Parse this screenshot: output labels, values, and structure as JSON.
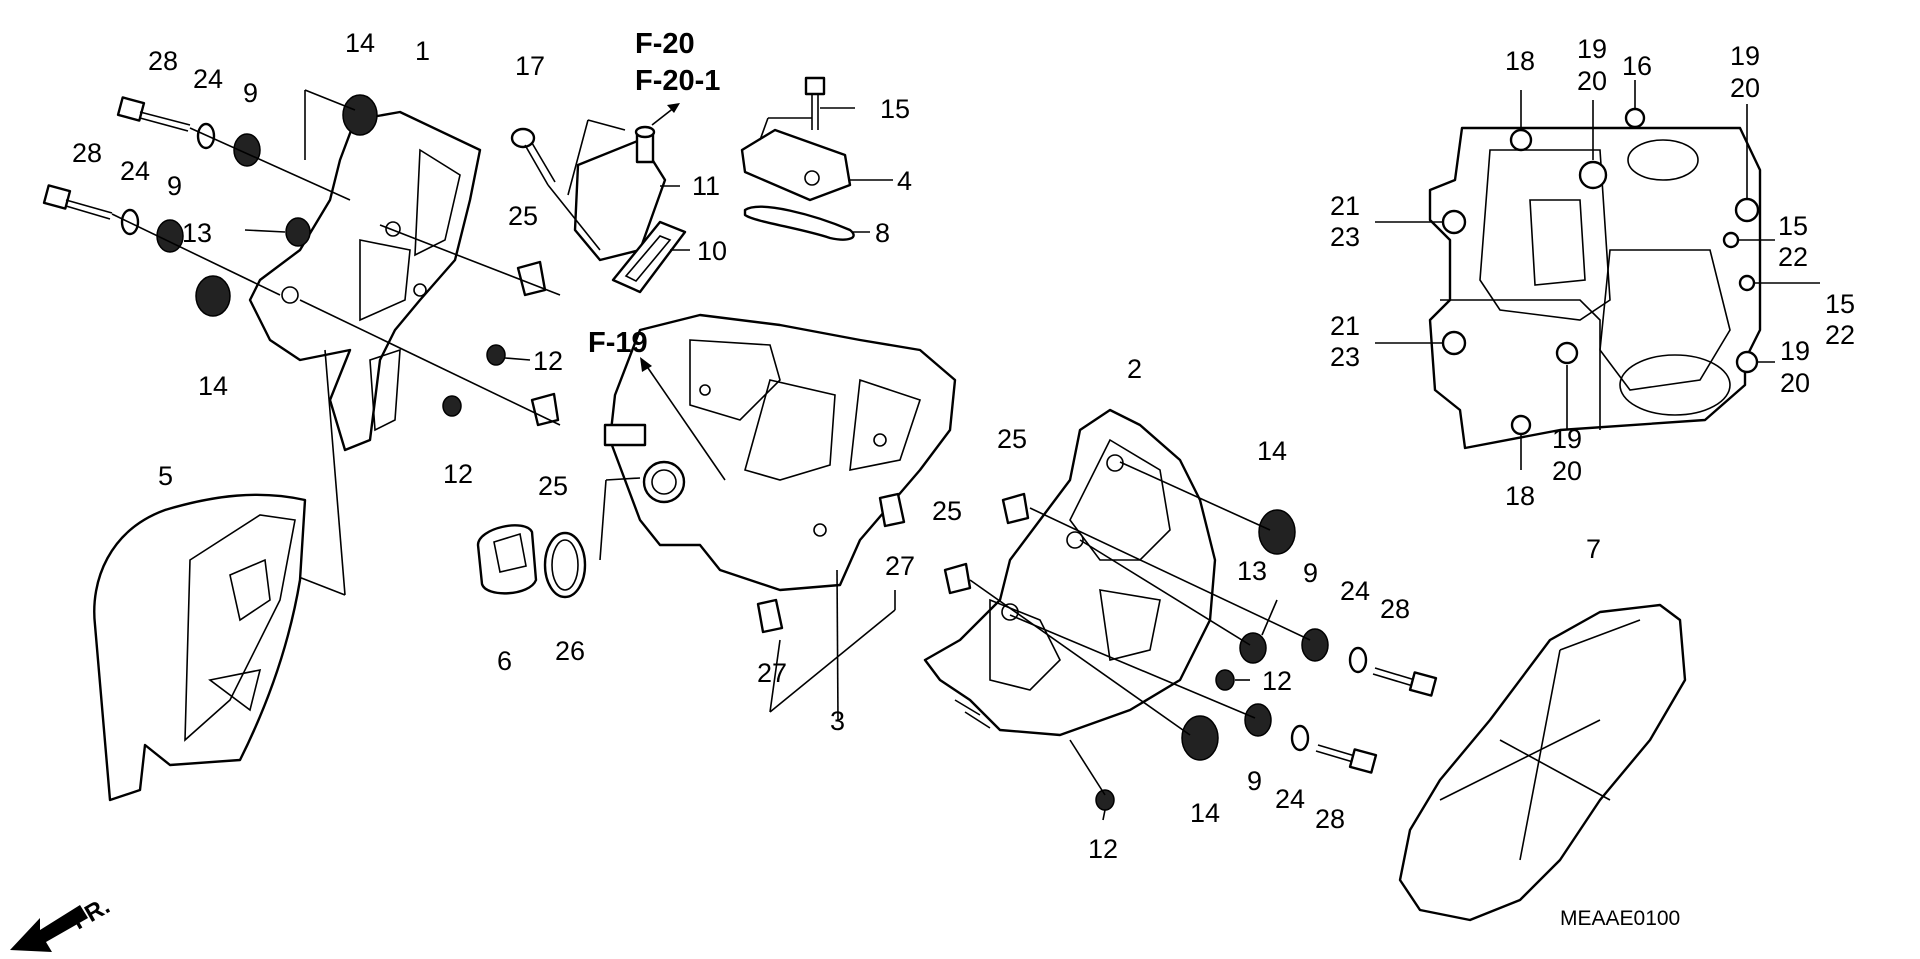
{
  "diagram": {
    "code": "MEAAE0100",
    "front_marker": "FR.",
    "refs": [
      "F-20",
      "F-20-1",
      "F-19"
    ],
    "labels": {
      "n1": "1",
      "n2": "2",
      "n3": "3",
      "n4": "4",
      "n5": "5",
      "n6": "6",
      "n7": "7",
      "n8": "8",
      "n9": "9",
      "n10": "10",
      "n11": "11",
      "n12": "12",
      "n13": "13",
      "n14": "14",
      "n15": "15",
      "n16": "16",
      "n17": "17",
      "n18": "18",
      "n19": "19",
      "n20": "20",
      "n21": "21",
      "n22": "22",
      "n23": "23",
      "n24": "24",
      "n25": "25",
      "n26": "26",
      "n27": "27",
      "n28": "28"
    }
  }
}
